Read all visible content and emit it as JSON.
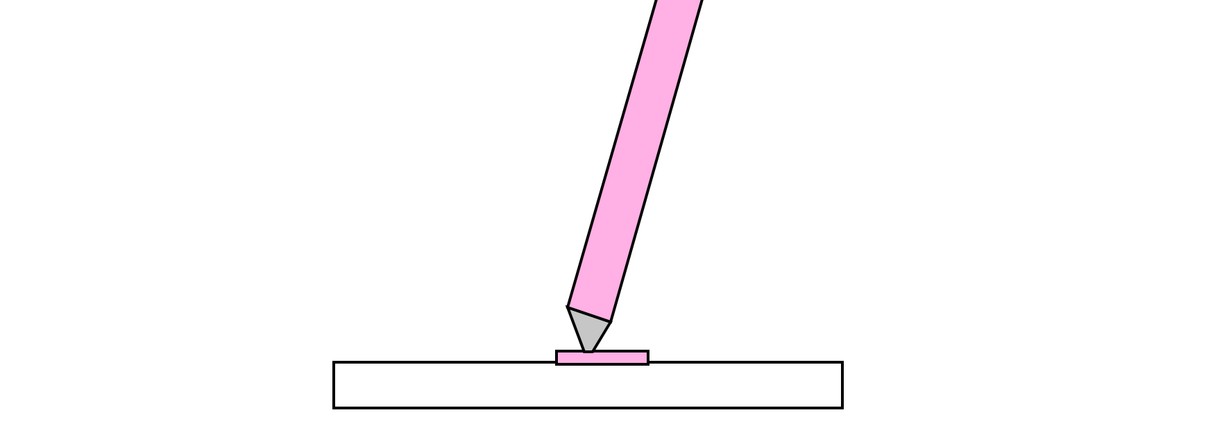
{
  "diagram": {
    "elements": [
      {
        "id": "pencil-body",
        "label": "",
        "shape": "slanted-rectangle",
        "fill": "pink"
      },
      {
        "id": "pencil-tip",
        "label": "",
        "shape": "triangle",
        "fill": "gray"
      },
      {
        "id": "pink-mark",
        "label": "",
        "shape": "rectangle",
        "fill": "pink"
      },
      {
        "id": "base-slab",
        "label": "",
        "shape": "rectangle",
        "fill": "white"
      }
    ]
  },
  "colors": {
    "pink": "#ffb0e4",
    "gray": "#c6c6c6",
    "white": "#ffffff",
    "stroke": "#000000"
  }
}
